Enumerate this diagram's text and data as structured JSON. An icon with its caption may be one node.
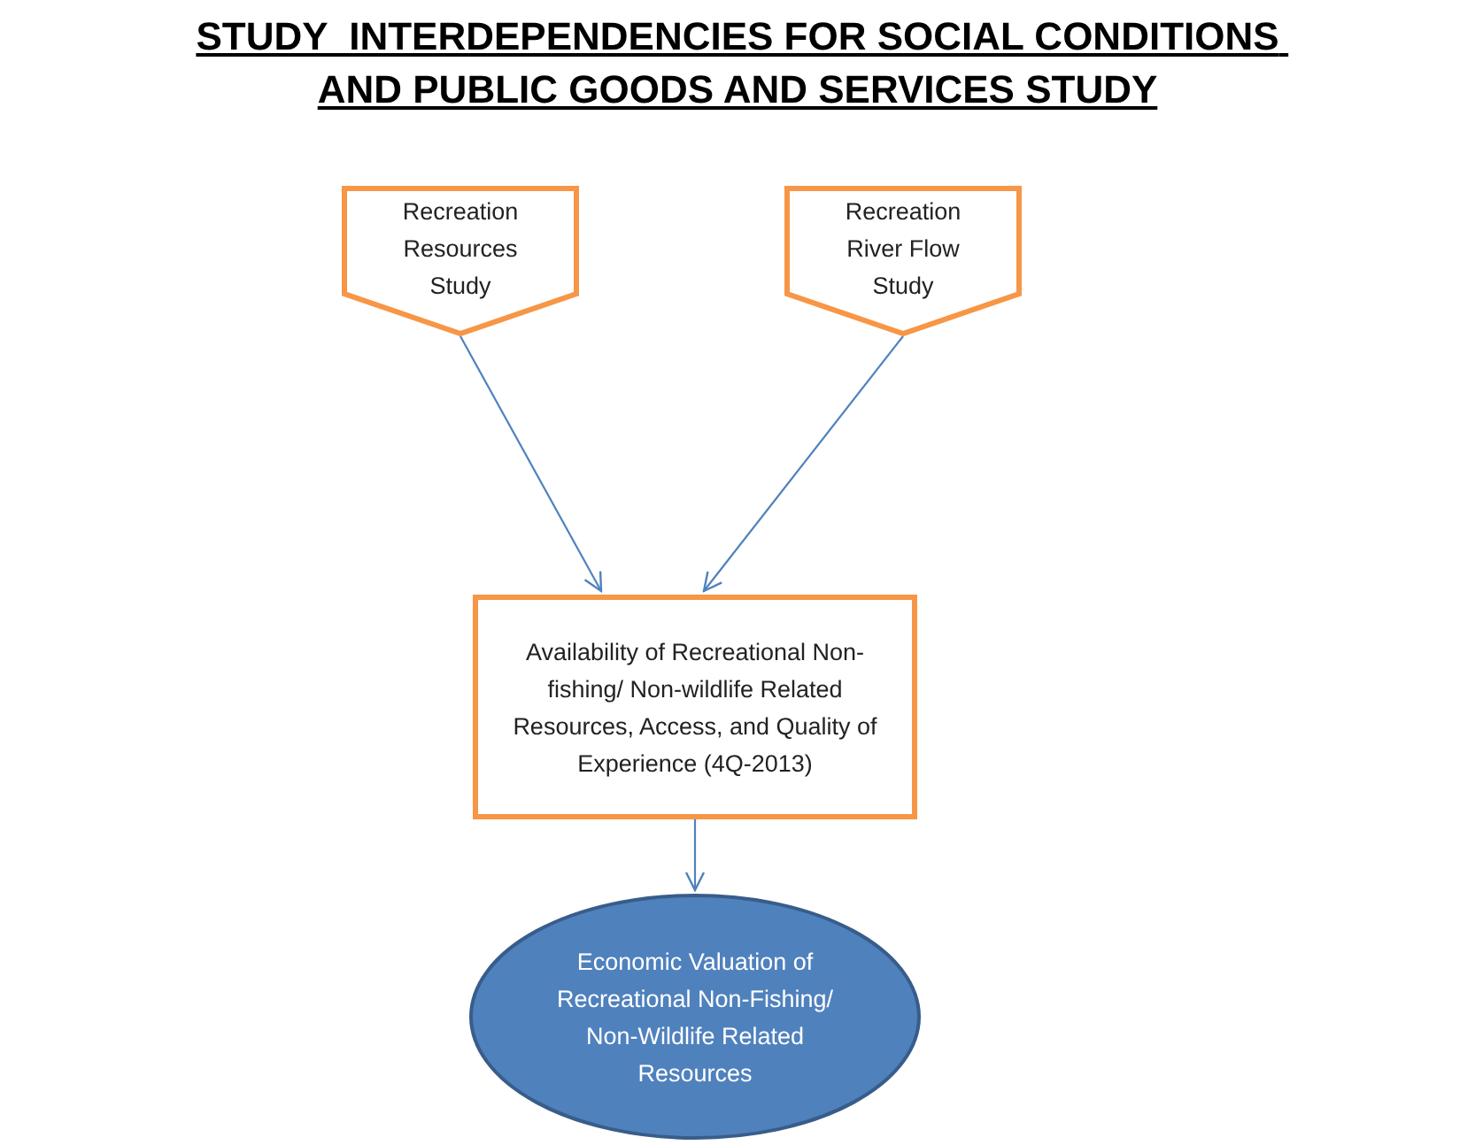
{
  "diagram": {
    "title": "STUDY  INTERDEPENDENCIES FOR SOCIAL CONDITIONS AND PUBLIC GOODS AND SERVICES STUDY",
    "nodes": [
      {
        "text": [
          "Recreation Resources Study"
        ]
      },
      {
        "text": [
          "Recreation River Flow Study"
        ]
      },
      {
        "text": [
          "Availability of Recreational Non-fishing/ Non-wildlife Related Resources, Access, and Quality of Experience (4Q-2013)"
        ]
      },
      {
        "text": [
          "Economic Valuation of Recreational Non-Fishing/ Non-Wildlife Related Resources"
        ]
      }
    ],
    "edges": [
      {
        "from": 0,
        "to": 2,
        "arrow": "to"
      },
      {
        "from": 1,
        "to": 2,
        "arrow": "to"
      },
      {
        "from": 2,
        "to": 3,
        "arrow": "to"
      }
    ]
  }
}
